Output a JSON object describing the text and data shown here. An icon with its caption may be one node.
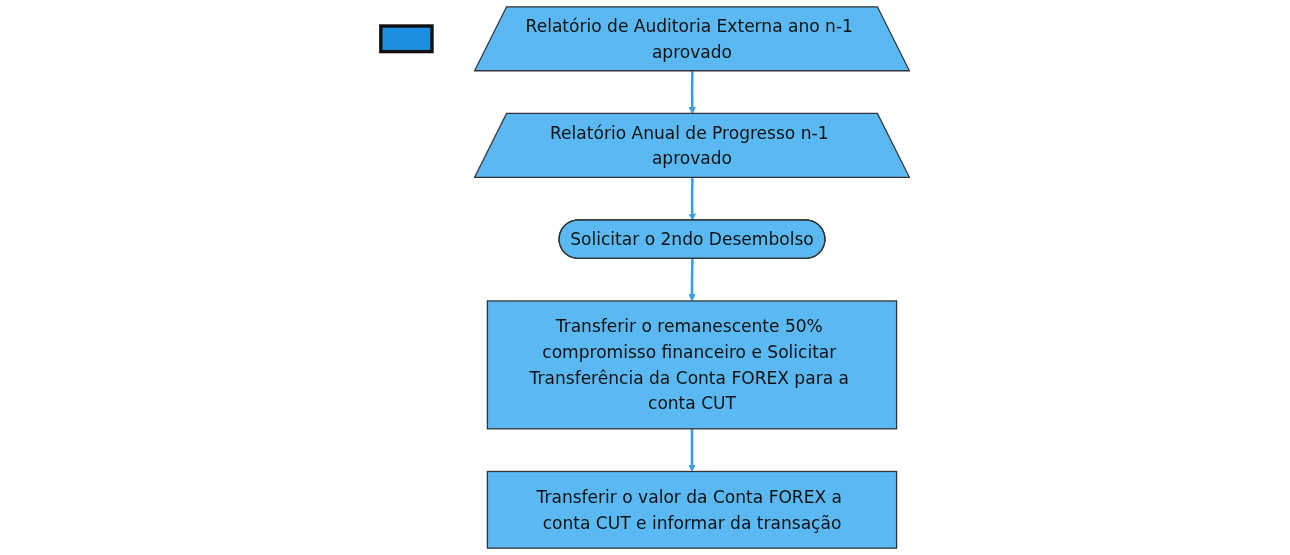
{
  "diagram": {
    "nodes": [
      {
        "text": [],
        "shape": "box"
      },
      {
        "text": [
          "Solicitar o 2ndo Desembolso"
        ]
      },
      {
        "text": [
          "Relatório Anual de Progresso n-1 aprovado"
        ]
      },
      {
        "text": [
          "Relatório de Auditoria Externa ano n-1 aprovado"
        ]
      },
      {
        "text": [
          "Transferir o remanescente 50% compromisso financeiro e Solicitar Transferência da Conta FOREX para a conta CUT"
        ]
      },
      {
        "text": [
          "Transferir o valor da Conta FOREX a conta CUT e informar da transação"
        ]
      }
    ],
    "edges": [
      {
        "from": 3,
        "to": 2,
        "arrow": "to"
      },
      {
        "from": 2,
        "to": 1,
        "arrow": "to"
      },
      {
        "from": 1,
        "to": 4,
        "arrow": "to"
      },
      {
        "from": 4,
        "to": 5,
        "arrow": "to"
      }
    ]
  }
}
